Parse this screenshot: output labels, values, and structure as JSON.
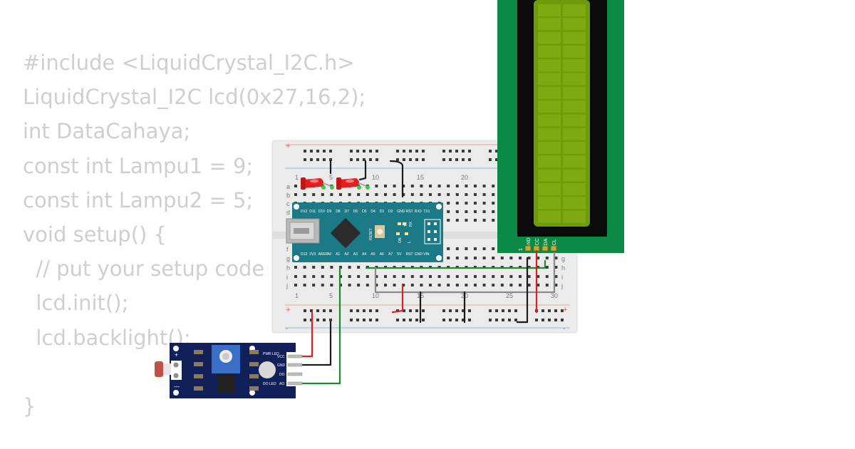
{
  "code_lines": [
    "#include <LiquidCrystal_I2C.h>",
    "LiquidCrystal_I2C lcd(0x27,16,2);",
    "int DataCahaya;",
    "const int Lampu1 = 9;",
    "const int Lampu2 = 5;",
    "void setup() {",
    "  // put your setup code",
    "  lcd.init();",
    "  lcd.backlight();",
    "",
    "}"
  ],
  "breadboard": {
    "column_numbers": [
      "1",
      "5",
      "10",
      "15",
      "20",
      "25",
      "30"
    ],
    "row_letters_top": [
      "a",
      "b",
      "c",
      "d",
      "e"
    ],
    "row_letters_bottom": [
      "f",
      "g",
      "h",
      "i",
      "j"
    ],
    "rail_plus": "+",
    "rail_minus": "-"
  },
  "arduino": {
    "top_pins": [
      "D12",
      "D11",
      "D10",
      "D9",
      "D8",
      "D7",
      "D6",
      "D5",
      "D4",
      "D3",
      "D2",
      "GND",
      "RST",
      "RX0",
      "TX1"
    ],
    "bottom_pins": [
      "D13",
      "3V3",
      "AREF",
      "A0",
      "A1",
      "A2",
      "A3",
      "A4",
      "A5",
      "A6",
      "A7",
      "5V",
      "RST",
      "GND",
      "VIN"
    ],
    "reset_label": "RESET",
    "led_labels": [
      "TX",
      "RX",
      "ON",
      "L"
    ]
  },
  "lcd": {
    "pins": [
      "GND",
      "VCC",
      "SDA",
      "SCL"
    ],
    "pin_one_marker": "1"
  },
  "sensor": {
    "pins": [
      "VCC",
      "GND",
      "DO",
      "AO"
    ],
    "pwr_led": "PWR LED",
    "do_led": "DO LED",
    "plus": "+",
    "minus": "—"
  },
  "colors": {
    "code_text": "#cfcfcf",
    "wire_red": "#e02020",
    "wire_black": "#1a1a1a",
    "wire_green": "#1a8a2a",
    "wire_gray": "#8a8a8a",
    "board_teal": "#1b7a86",
    "lcd_pcb": "#0b8a45",
    "lcd_screen": "#6f9a0a",
    "sensor_pcb": "#12205a"
  }
}
